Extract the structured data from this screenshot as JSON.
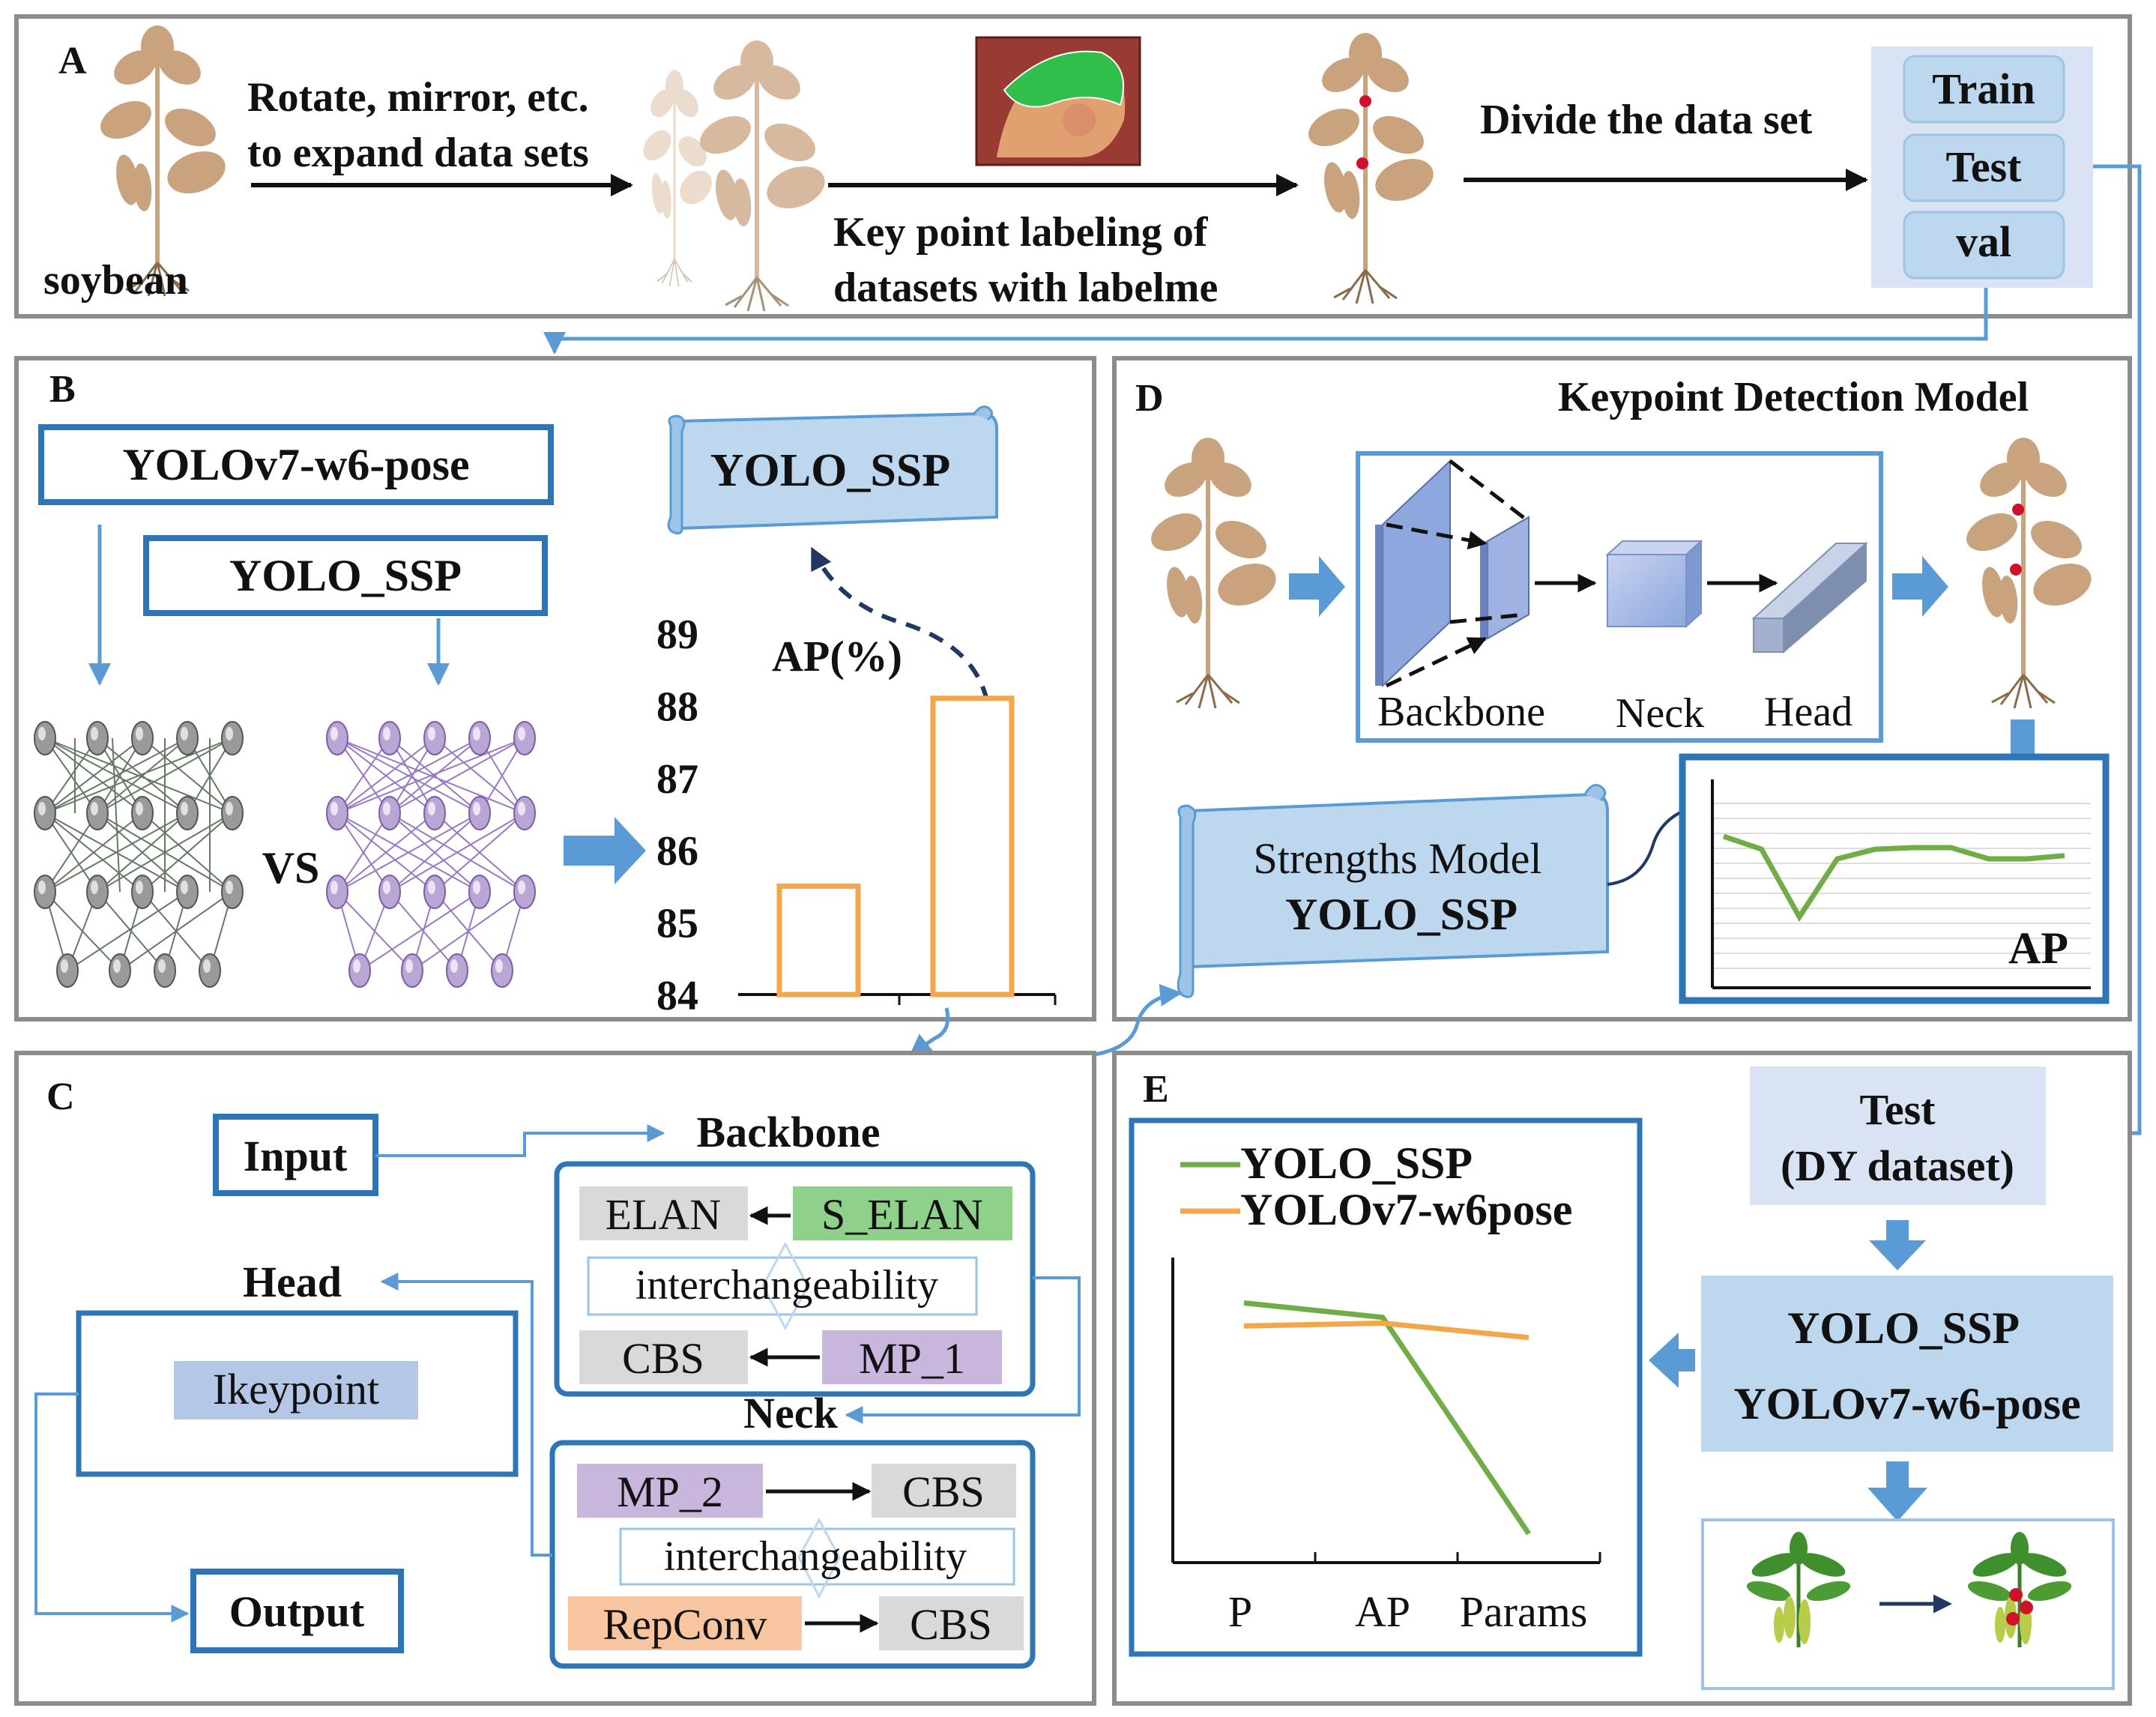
{
  "panel_a": {
    "letter": "A",
    "soybean_label": "soybean",
    "augment_line1": "Rotate, mirror, etc.",
    "augment_line2": "to expand data sets",
    "label_line1": "Key point labeling of",
    "label_line2": "datasets with labelme",
    "divide_text": "Divide the data set",
    "splits": [
      "Train",
      "Test",
      "val"
    ]
  },
  "panel_b": {
    "letter": "B",
    "baseline_model": "YOLOv7-w6-pose",
    "proposed_model": "YOLO_SSP",
    "vs_text": "VS",
    "result_scroll": "YOLO_SSP"
  },
  "panel_c": {
    "letter": "C",
    "input": "Input",
    "backbone": "Backbone",
    "head": "Head",
    "neck": "Neck",
    "output": "Output",
    "ikeypoint": "Ikeypoint",
    "backbone_blocks": {
      "elan": "ELAN",
      "s_elan": "S_ELAN",
      "cbs": "CBS",
      "mp1": "MP_1",
      "inter": "interchangeability"
    },
    "neck_blocks": {
      "mp2": "MP_2",
      "cbs1": "CBS",
      "repconv": "RepConv",
      "cbs2": "CBS",
      "inter": "interchangeability"
    }
  },
  "panel_d": {
    "letter": "D",
    "title": "Keypoint Detection Model",
    "stages": [
      "Backbone",
      "Neck",
      "Head"
    ],
    "scroll_line1": "Strengths Model",
    "scroll_line2": "YOLO_SSP",
    "ap_label": "AP"
  },
  "panel_e": {
    "letter": "E",
    "test_line1": "Test",
    "test_line2": "(DY dataset)",
    "model1": "YOLO_SSP",
    "model2": "YOLOv7-w6-pose"
  },
  "colors": {
    "panel_border": "#8c8c8c",
    "blue_border": "#2e75b6",
    "light_blue": "#bdd7ee",
    "pale_blue": "#dae3f3",
    "arrow_blue": "#5b9bd5",
    "orange": "#f4a64a",
    "green": "#70ad47",
    "gray_block": "#d9d9d9",
    "purple_block": "#c8b6dc",
    "green_block": "#8fd18b",
    "peach_block": "#f7c59f",
    "plant": "#c9a27e"
  },
  "chart_data": [
    {
      "type": "bar",
      "title": "AP(%)",
      "categories": [
        "",
        ""
      ],
      "values": [
        85.5,
        88.1
      ],
      "ylim": [
        84,
        89
      ],
      "yticks": [
        "84",
        "85",
        "86",
        "87",
        "88",
        "89"
      ],
      "bar_color": "#f4a64a"
    },
    {
      "type": "line",
      "title": "AP",
      "series": [
        {
          "values": [
            87,
            83,
            62,
            80,
            83,
            83.5,
            83.5,
            80,
            80,
            81
          ]
        }
      ],
      "grid": true
    },
    {
      "type": "line",
      "categories": [
        "P",
        "AP",
        "Params"
      ],
      "series": [
        {
          "name": "YOLO_SSP",
          "color": "#70ad47",
          "values": [
            90,
            85,
            10
          ]
        },
        {
          "name": "YOLOv7-w6pose",
          "color": "#f4a64a",
          "values": [
            82,
            83,
            78
          ]
        }
      ],
      "ylim": [
        0,
        100
      ]
    }
  ]
}
